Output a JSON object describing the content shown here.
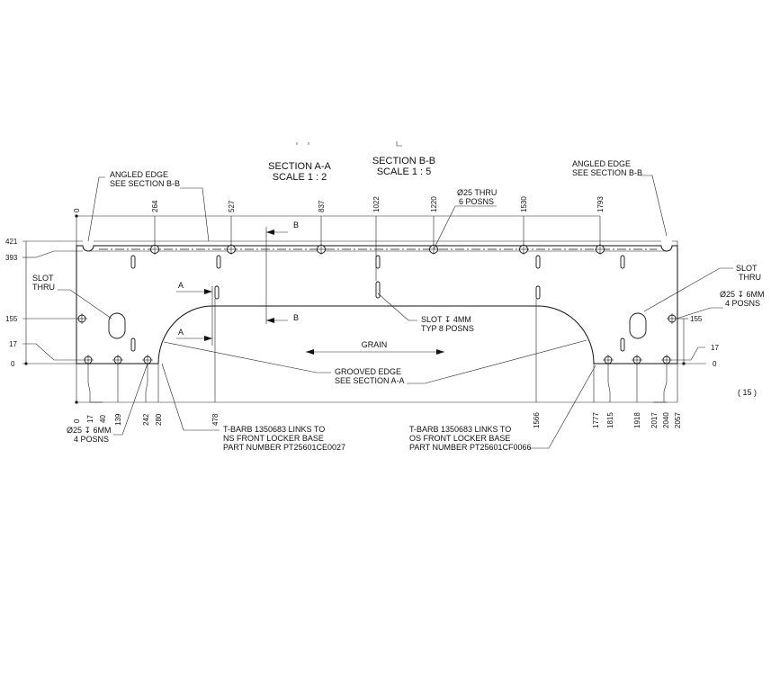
{
  "sections": {
    "a_title": "SECTION A-A",
    "a_scale": "SCALE 1 : 2",
    "b_title": "SECTION B-B",
    "b_scale": "SCALE 1 : 5"
  },
  "notes": {
    "angled_edge_left": [
      "ANGLED EDGE",
      "SEE SECTION B-B"
    ],
    "angled_edge_right": [
      "ANGLED EDGE",
      "SEE SECTION B-B"
    ],
    "holes_top": [
      "Ø25 THRU",
      "6 POSNS"
    ],
    "slot_left": [
      "SLOT",
      "THRU"
    ],
    "slot_right": [
      "SLOT",
      "THRU"
    ],
    "holes_right": [
      "Ø25 ↧ 6MM",
      "4 POSNS"
    ],
    "slot_mid": [
      "SLOT ↧ 4MM",
      "TYP 8 POSNS"
    ],
    "grain": "GRAIN",
    "grooved_edge": [
      "GROOVED EDGE",
      "SEE SECTION A-A"
    ],
    "holes_bottom_left": [
      "Ø25 ↧ 6MM",
      "4 POSNS"
    ],
    "tbarb_left": [
      "T-BARB 1350683 LINKS TO",
      "NS FRONT LOCKER BASE",
      "PART NUMBER PT25601CE0027"
    ],
    "tbarb_right": [
      "T-BARB 1350683 LINKS TO",
      "OS FRONT LOCKER BASE",
      "PART NUMBER PT25601CF0066"
    ],
    "item_number": "( 15 )"
  },
  "section_marks": {
    "a": "A",
    "b": "B"
  },
  "dims": {
    "top": [
      "0",
      "264",
      "527",
      "837",
      "1022",
      "1220",
      "1530",
      "1793"
    ],
    "bottom": [
      "0",
      "17",
      "40",
      "139",
      "242",
      "280",
      "478",
      "1566",
      "1777",
      "1815",
      "1918",
      "2017",
      "2040",
      "2057"
    ],
    "left": [
      "421",
      "393",
      "155",
      "17",
      "0"
    ],
    "right": [
      "155",
      "17",
      "0"
    ]
  }
}
